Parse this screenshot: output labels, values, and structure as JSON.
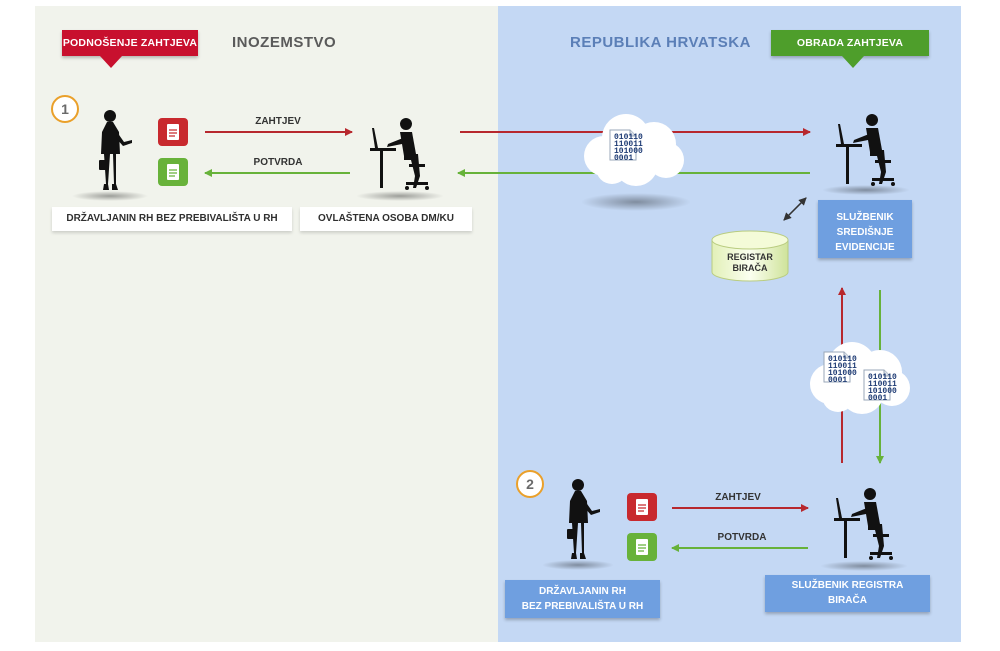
{
  "left_region": {
    "ribbon": "PODNOŠENJE ZAHTJEVA",
    "title": "INOZEMSTVO"
  },
  "right_region": {
    "title": "REPUBLIKA HRVATSKA",
    "ribbon": "OBRADA ZAHTJEVA"
  },
  "steps": [
    "1",
    "2"
  ],
  "actors": {
    "citizen_abroad": {
      "label": "DRŽAVLJANIN RH BEZ PREBIVALIŠTA U RH"
    },
    "authorized_person": {
      "label": "OVLAŠTENA OSOBA DM/KU"
    },
    "central_clerk": {
      "lines": [
        "SLUŽBENIK",
        "SREDIŠNJE",
        "EVIDENCIJE"
      ]
    },
    "citizen_home": {
      "lines": [
        "DRŽAVLJANIN RH",
        "BEZ PREBIVALIŠTA U RH"
      ]
    },
    "registry_clerk": {
      "lines": [
        "SLUŽBENIK REGISTRA",
        "BIRAČA"
      ]
    }
  },
  "database": {
    "lines": [
      "REGISTAR",
      "BIRAČA"
    ]
  },
  "flows": {
    "request": "ZAHTJEV",
    "confirmation": "POTVRDA"
  },
  "binary_data": [
    "010110",
    "110011",
    "101000",
    "0001"
  ],
  "colors": {
    "request": "#b7282e",
    "confirmation": "#67b23a",
    "ribbon_red": "#c8102e",
    "ribbon_green": "#4e9e2b"
  }
}
